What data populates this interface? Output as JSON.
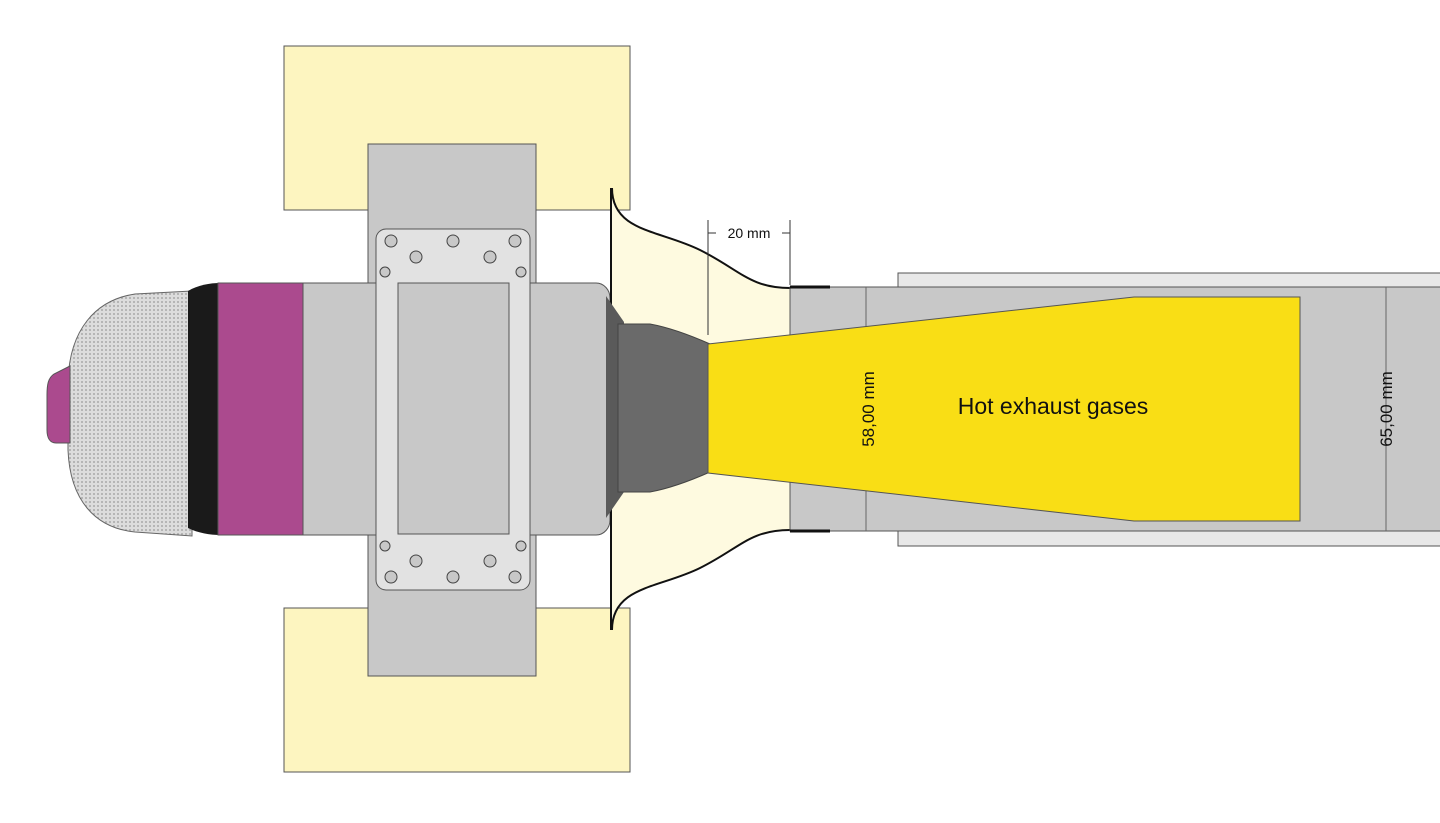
{
  "labels": {
    "gap_dimension": "20 mm",
    "inner_tube_diameter": "58,00 mm",
    "outer_tube_diameter": "65,00 mm",
    "exhaust_label": "Hot exhaust gases"
  },
  "colors": {
    "mount_yellow": "#fdf5c0",
    "flare_yellow": "#fefae0",
    "exhaust_yellow": "#f9de15",
    "body_grey": "#c8c8c8",
    "plate_grey": "#e2e2e2",
    "nozzle_grey": "#6a6a6a",
    "ring_magenta": "#ab4a8e",
    "ring_black": "#1a1a1a",
    "tube_grey": "#c8c8c8",
    "sleeve_grey": "#e8e8e8"
  }
}
